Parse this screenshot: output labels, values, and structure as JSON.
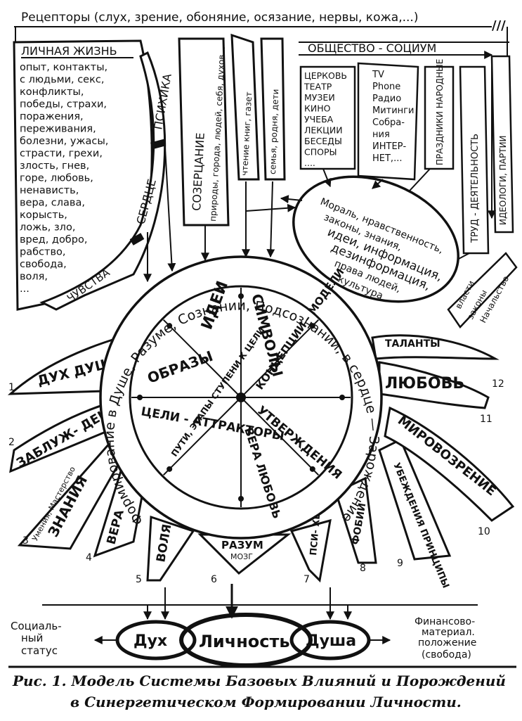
{
  "receptors": "Рецепторы (слух, зрение, обоняние, осязание, нервы, кожа,...)",
  "personal_life": {
    "title": "ЛИЧНАЯ ЖИЗНЬ",
    "lines": [
      "опыт, контакты,",
      "с людьми, секс,",
      "конфликты,",
      "победы, страхи,",
      "поражения,",
      "переживания,",
      "болезни, ужасы,",
      "страсти, грехи,",
      "злость, гнев,",
      "горе, любовь,",
      "ненависть,",
      "вера, слава,",
      "корысть,",
      "ложь, зло,",
      "вред, добро,",
      "рабство,",
      "свобода,",
      "воля,",
      "..."
    ]
  },
  "psyche_band": {
    "feelings": "ЧУВСТВА",
    "heart": "СЕРДЦЕ",
    "psyche": "ПСИХИКА"
  },
  "columns": {
    "contemplation": "СОЗЕРЦАНИЕ",
    "contemplation_sub": "природы, города, людей, себя, духов...",
    "reading": "чтение книг, газет",
    "family": "семья, родня, дети"
  },
  "society": {
    "title": "ОБЩЕСТВО - СОЦИУМ",
    "list1": [
      "ЦЕРКОВЬ",
      "ТЕАТР",
      "МУЗЕИ",
      "КИНО",
      "УЧЕБА",
      "ЛЕКЦИИ",
      "БЕСЕДЫ",
      "СПОРЫ",
      "...."
    ],
    "list2": [
      "TV",
      "Phone",
      "Радио",
      "Митинги",
      "Собра-",
      "ния",
      "ИНТЕР-",
      "НЕТ,..."
    ],
    "holidays": "ПРАЗДНИКИ НАРОДНЫЕ",
    "labor": "ТРУД - ДЕЯТЕЛЬНОСТЬ",
    "ideology": "ИДЕОЛОГИ, ПАРТИИ",
    "authorities": [
      "власти",
      "законы",
      "Начальство"
    ]
  },
  "morality_oval": [
    "Мораль, нравственность,",
    "законы, знания,",
    "идеи, информация,",
    "дезинформация,",
    "права людей,",
    "культура"
  ],
  "circle": {
    "ring_text": "Формирование в Душе, Разуме, Сознании, Подсознании, в сердце — Зарождение и",
    "sectors": [
      "ИДЕИ",
      "СИМВОЛЫ",
      "КОНЦЕПЦИИ - МОДЕЛИ",
      "УТВЕРЖДЕНИЯ",
      "ВЕРА ЛЮБОВЬ",
      "ПУТИ, ЭТАПЫ СТУПЕНИ К ЦЕЛИ",
      "ЦЕЛИ - АТТРАКТОРЫ",
      "ОБРАЗЫ"
    ]
  },
  "petals": [
    {
      "num": "1",
      "label": "ДУХ ДУША"
    },
    {
      "num": "2",
      "label": "ЗАБЛУЖ- ДЕНИЯ"
    },
    {
      "num": "3",
      "label": "ЗНАНИЯ",
      "sub": "Умения, Мастерство"
    },
    {
      "num": "4",
      "label": "ВЕРА"
    },
    {
      "num": "5",
      "label": "ВОЛЯ"
    },
    {
      "num": "6",
      "label": "РАЗУМ",
      "sub": "МОЗГ"
    },
    {
      "num": "7",
      "label": "ПСИ- ХЕЯ"
    },
    {
      "num": "8",
      "label": "ФОБИИ"
    },
    {
      "num": "9",
      "label": "УБЕЖДЕНИЯ ПРИНЦИПЫ"
    },
    {
      "num": "10",
      "label": "МИРОВОЗРЕНИЕ"
    },
    {
      "num": "11",
      "label": "ЛЮБОВЬ"
    },
    {
      "num": "12",
      "label": "ТАЛАНТЫ"
    }
  ],
  "bottom": {
    "spirit": "Дух",
    "personality": "Личность",
    "soul": "Душа",
    "social_status": [
      "Социаль-",
      "ный",
      "статус"
    ],
    "financial": [
      "Финансово-",
      "материал.",
      "положение",
      "(свобода)"
    ]
  },
  "caption": {
    "line1": "Рис. 1. Модель Системы Базовых Влияний и Порождений",
    "line2": "в Синергетическом Формировании Личности."
  }
}
